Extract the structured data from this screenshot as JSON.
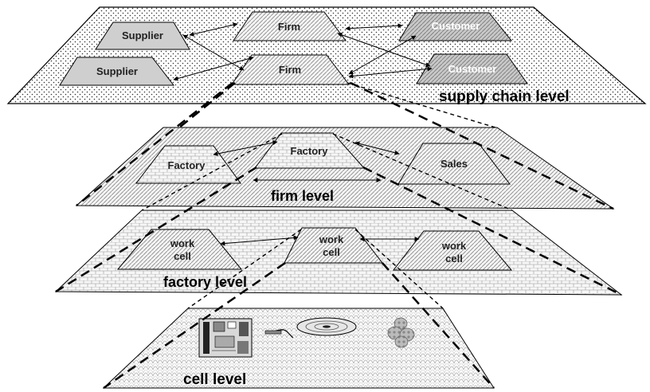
{
  "levels": {
    "supply_chain": {
      "label": "supply chain level",
      "nodes": {
        "supplier_a": "Supplier",
        "supplier_b": "Supplier",
        "firm_a": "Firm",
        "firm_b": "Firm",
        "customer_a": "Customer",
        "customer_b": "Customer"
      }
    },
    "firm": {
      "label": "firm level",
      "nodes": {
        "factory_a": "Factory",
        "factory_b": "Factory",
        "sales": "Sales"
      }
    },
    "factory": {
      "label": "factory level",
      "nodes": {
        "cell_a_line1": "work",
        "cell_a_line2": "cell",
        "cell_b_line1": "work",
        "cell_b_line2": "cell",
        "cell_c_line1": "work",
        "cell_c_line2": "cell"
      }
    },
    "cell": {
      "label": "cell level",
      "icons": [
        "circuit-board-icon",
        "disk-drive-icon",
        "gear-cluster-icon"
      ]
    }
  }
}
